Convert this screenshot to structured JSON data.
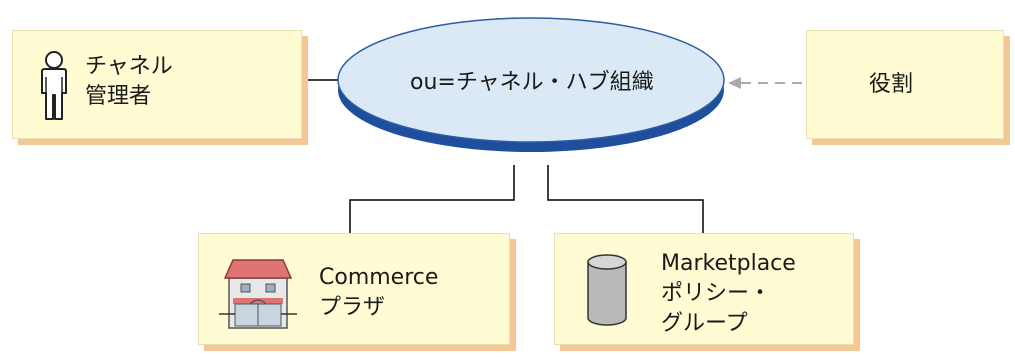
{
  "org_unit": {
    "label": "ou=チャネル・ハブ組織"
  },
  "channel_admin": {
    "line1": "チャネル",
    "line2": "管理者",
    "icon": "person-icon"
  },
  "role": {
    "label": "役割"
  },
  "commerce_plaza": {
    "line1": "Commerce",
    "line2": "プラザ",
    "icon": "store-icon"
  },
  "marketplace_policy_group": {
    "line1": "Marketplace",
    "line2": "ポリシー・",
    "line3": "グループ",
    "icon": "database-cylinder-icon"
  },
  "colors": {
    "box_fill": "#fffbd2",
    "box_shadow": "#f3c896",
    "oval_fill": "#dbe9f6",
    "oval_edge": "#2d5ca6",
    "connector": "#000000",
    "dashed_arrow": "#aaaaaa"
  }
}
